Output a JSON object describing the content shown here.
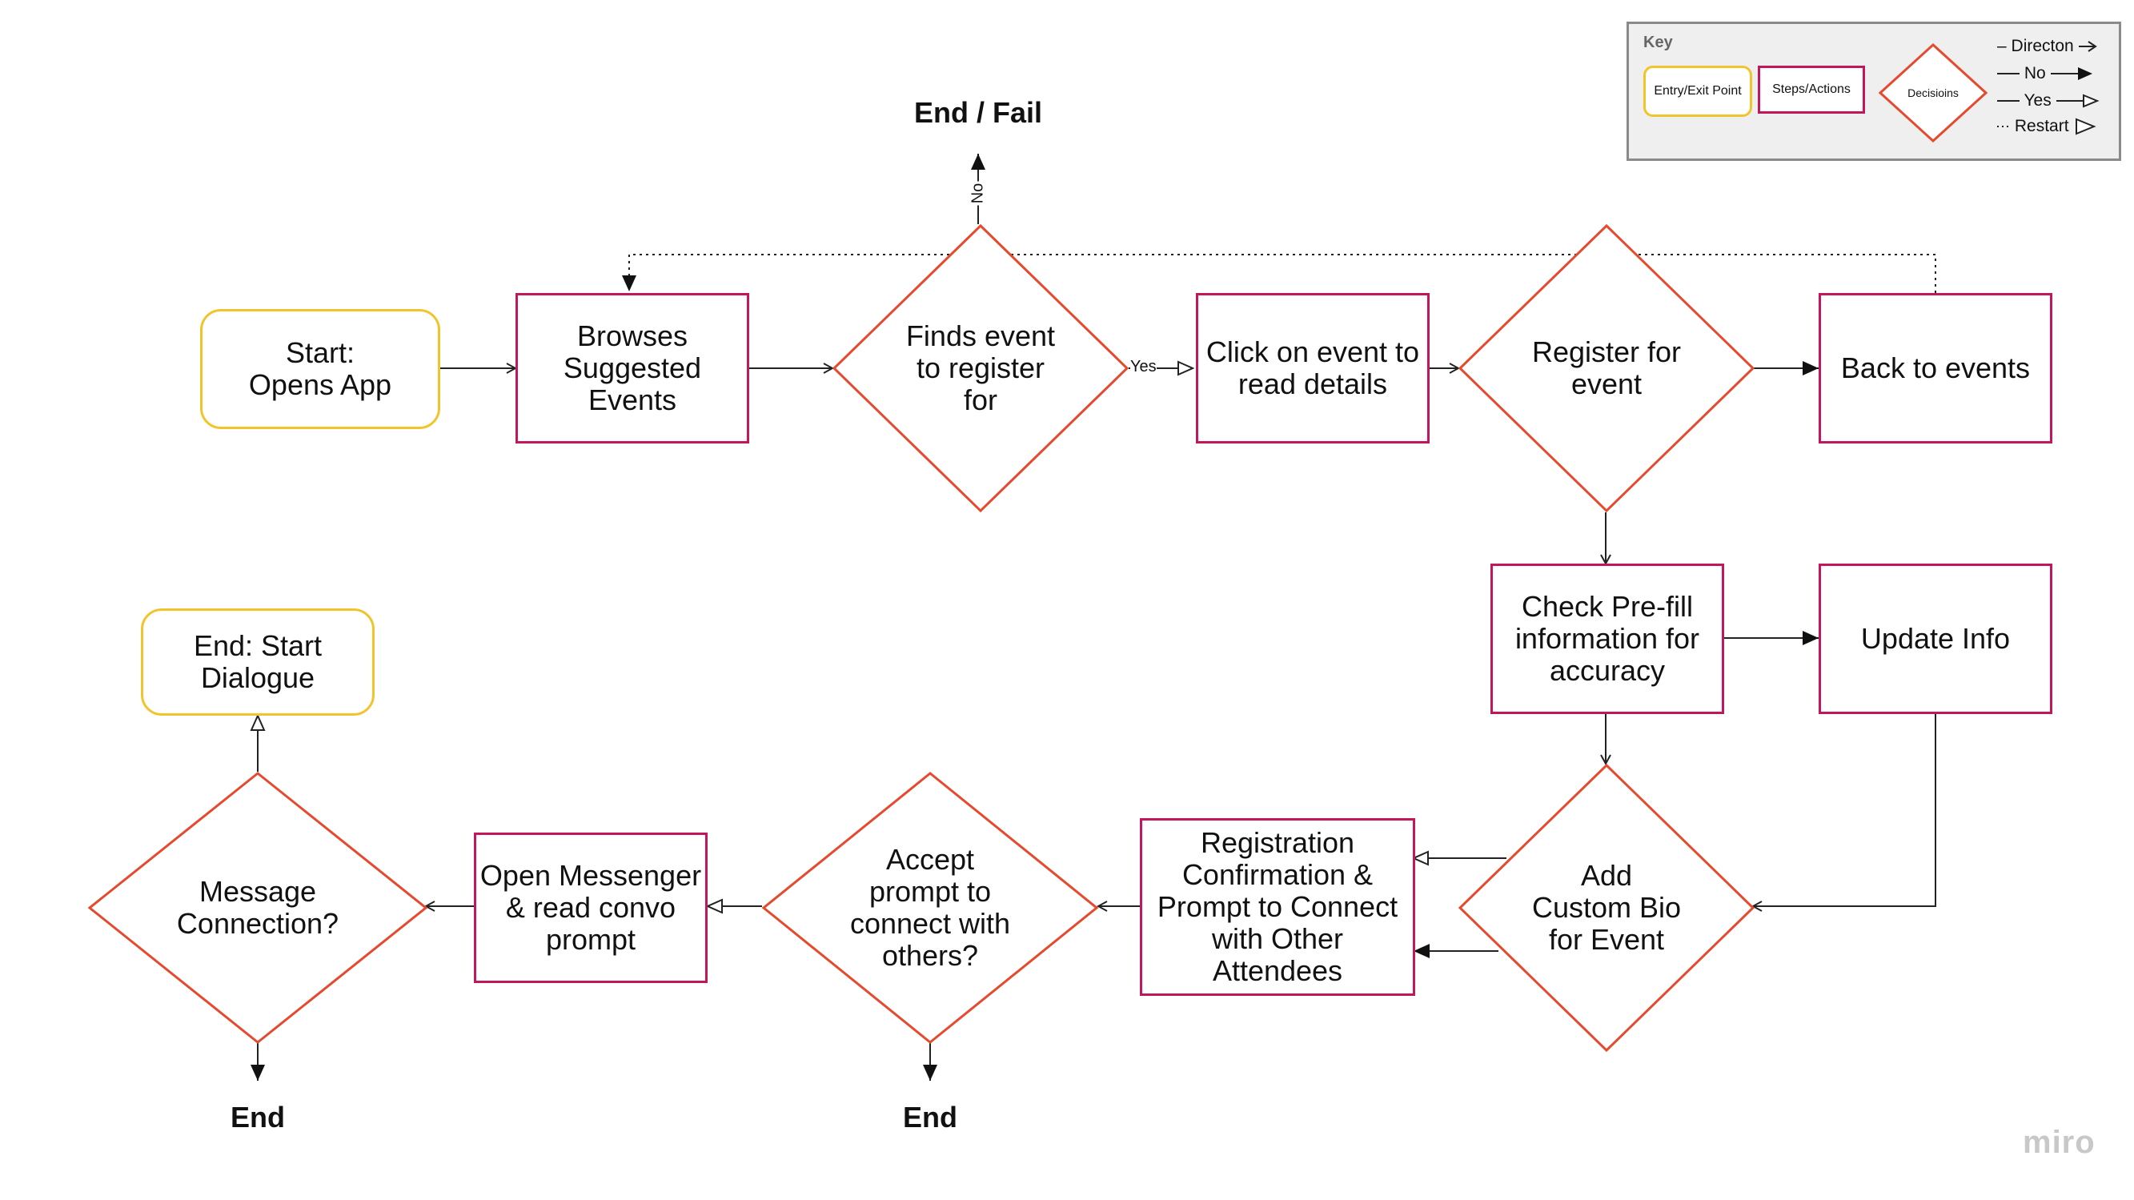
{
  "diagram": {
    "nodes": [
      {
        "id": "start",
        "kind": "entry",
        "label": "Start:\nOpens App"
      },
      {
        "id": "browse",
        "kind": "step",
        "label": "Browses\nSuggested\nEvents"
      },
      {
        "id": "finds",
        "kind": "decision",
        "label": "Finds event\nto register\nfor"
      },
      {
        "id": "click",
        "kind": "step",
        "label": "Click on event to\nread details"
      },
      {
        "id": "register",
        "kind": "decision",
        "label": "Register for\nevent"
      },
      {
        "id": "back",
        "kind": "step",
        "label": "Back to events"
      },
      {
        "id": "check",
        "kind": "step",
        "label": "Check Pre-fill\ninformation for\naccuracy"
      },
      {
        "id": "update",
        "kind": "step",
        "label": "Update Info"
      },
      {
        "id": "bio",
        "kind": "decision",
        "label": "Add\nCustom Bio\nfor Event"
      },
      {
        "id": "confirm",
        "kind": "step",
        "label": "Registration\nConfirmation &\nPrompt to Connect\nwith Other\nAttendees"
      },
      {
        "id": "accept",
        "kind": "decision",
        "label": "Accept\nprompt to\nconnect with\nothers?"
      },
      {
        "id": "messenger",
        "kind": "step",
        "label": "Open Messenger\n& read convo\nprompt"
      },
      {
        "id": "message",
        "kind": "decision",
        "label": "Message\nConnection?"
      },
      {
        "id": "end_dialogue",
        "kind": "entry",
        "label": "End: Start\nDialogue"
      }
    ],
    "terminals": {
      "end_fail": "End / Fail",
      "end_1": "End",
      "end_2": "End"
    },
    "edge_labels": {
      "no": "No",
      "yes": "Yes"
    }
  },
  "key": {
    "title": "Key",
    "entry": "Entry/Exit Point",
    "step": "Steps/Actions",
    "decision": "Decisioins",
    "legend": [
      {
        "style": "direction",
        "label": "Directon"
      },
      {
        "style": "no",
        "label": "No"
      },
      {
        "style": "yes",
        "label": "Yes"
      },
      {
        "style": "restart",
        "label": "Restart"
      }
    ]
  },
  "watermark": "miro",
  "colors": {
    "entry": "#f2c42b",
    "step": "#c2185b",
    "decision": "#e64a2e",
    "line": "#222222",
    "key_bg": "#efefef"
  }
}
